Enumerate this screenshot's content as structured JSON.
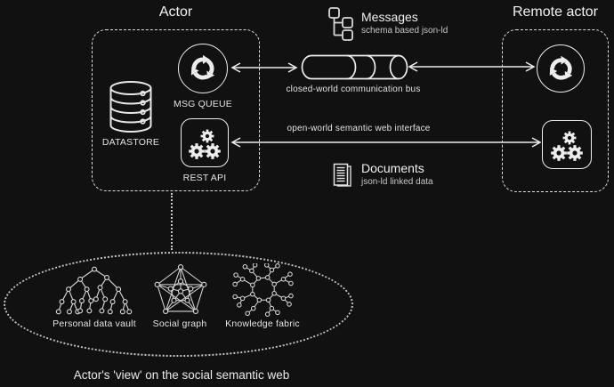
{
  "diagram": {
    "background": "#111111",
    "stroke_color": "#ededed",
    "text_primary": "#f2f2f2",
    "text_secondary": "#c6c6c6"
  },
  "actor": {
    "title": "Actor",
    "datastore": {
      "label": "DATASTORE",
      "icon": "database-icon"
    },
    "msg_queue": {
      "label": "MSG QUEUE",
      "icon": "recycle-icon"
    },
    "rest_api": {
      "label": "REST API",
      "icon": "gears-icon"
    }
  },
  "remote_actor": {
    "title": "Remote actor",
    "msg_queue_icon": "recycle-icon",
    "rest_api_icon": "gears-icon"
  },
  "messages": {
    "title": "Messages",
    "subtitle": "schema based json-ld",
    "icon": "schema-tree-icon"
  },
  "documents": {
    "title": "Documents",
    "subtitle": "json-ld linked data",
    "icon": "document-stack-icon"
  },
  "bus": {
    "label": "closed-world communication bus",
    "icon": "pipe-icon"
  },
  "semantic_interface": {
    "label": "open-world semantic web interface"
  },
  "actor_view": {
    "items": [
      {
        "label": "Personal data vault",
        "icon": "tree-graph-icon"
      },
      {
        "label": "Social graph",
        "icon": "pentagon-graph-icon"
      },
      {
        "label": "Knowledge fabric",
        "icon": "network-graph-icon"
      }
    ],
    "caption": "Actor's 'view' on the social semantic web"
  }
}
